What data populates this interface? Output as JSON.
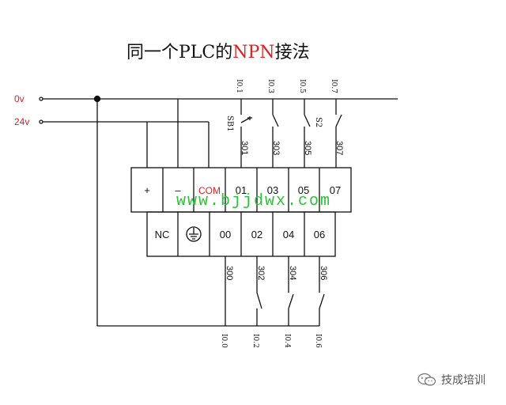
{
  "title": {
    "prefix": "同一个PLC的",
    "highlight": "NPN",
    "suffix": "接法"
  },
  "rails": {
    "zero_v": "0v",
    "twenty_four_v": "24v"
  },
  "top_terminals": [
    "+",
    "–",
    "COM",
    "01",
    "03",
    "05",
    "07"
  ],
  "bottom_terminals": [
    "NC",
    "",
    "00",
    "02",
    "04",
    "06"
  ],
  "top_inputs": [
    "I0.1",
    "I0.3",
    "I0.5",
    "I0.7"
  ],
  "top_wires": [
    "301",
    "303",
    "305",
    "307"
  ],
  "switch_labels": {
    "sb1": "SB1",
    "s2": "S2"
  },
  "bottom_inputs": [
    "I0.0",
    "I0.2",
    "I0.4",
    "I0.6"
  ],
  "bottom_wires": [
    "300",
    "302",
    "304",
    "306"
  ],
  "watermark": "www.bjjdwx.com",
  "brand": "技成培训",
  "colors": {
    "red": "#e02020",
    "green": "#2ec23a",
    "line": "#111111"
  }
}
